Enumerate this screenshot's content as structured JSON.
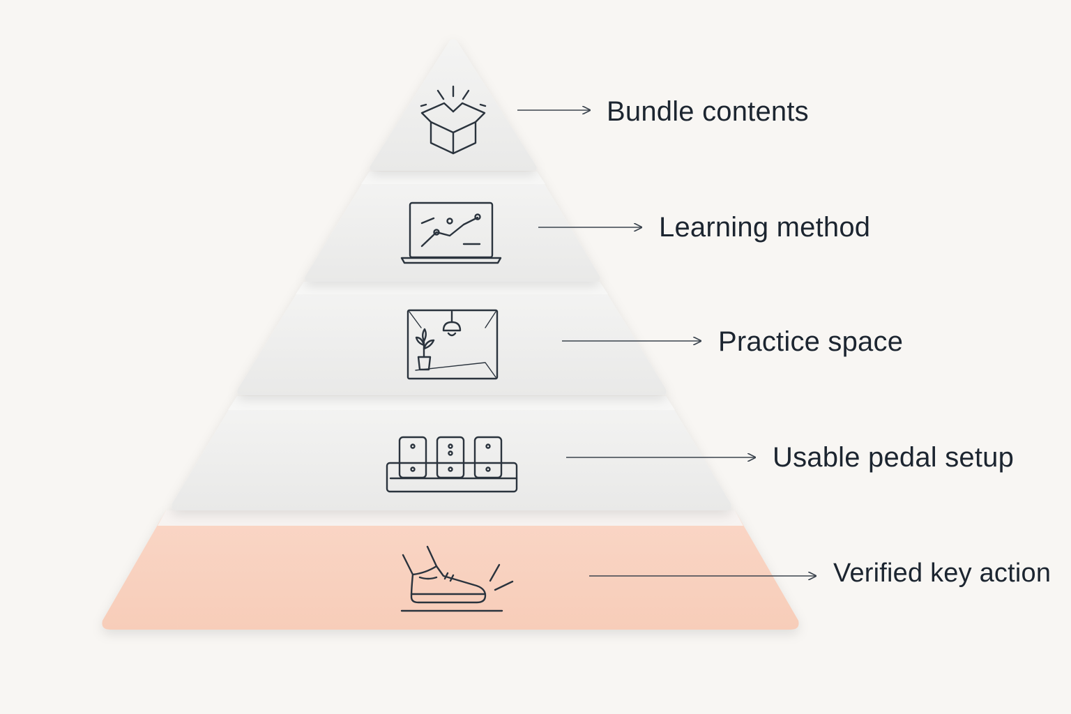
{
  "colors": {
    "background": "#f8f6f3",
    "tier_fill": "#eeeeed",
    "tier_highlight": "#f6f6f5",
    "base_tier_fill": "#f9d2c0",
    "icon_stroke": "#2a333d",
    "arrow_stroke": "#3a434d",
    "label_text": "#1c2530"
  },
  "tiers": [
    {
      "label": "Bundle contents",
      "icon": "open-box-icon"
    },
    {
      "label": "Learning method",
      "icon": "laptop-chart-icon"
    },
    {
      "label": "Practice space",
      "icon": "room-lamp-plant-icon"
    },
    {
      "label": "Usable pedal setup",
      "icon": "three-pedals-icon"
    },
    {
      "label": "Verified key action",
      "icon": "foot-pressing-pedal-icon"
    }
  ]
}
